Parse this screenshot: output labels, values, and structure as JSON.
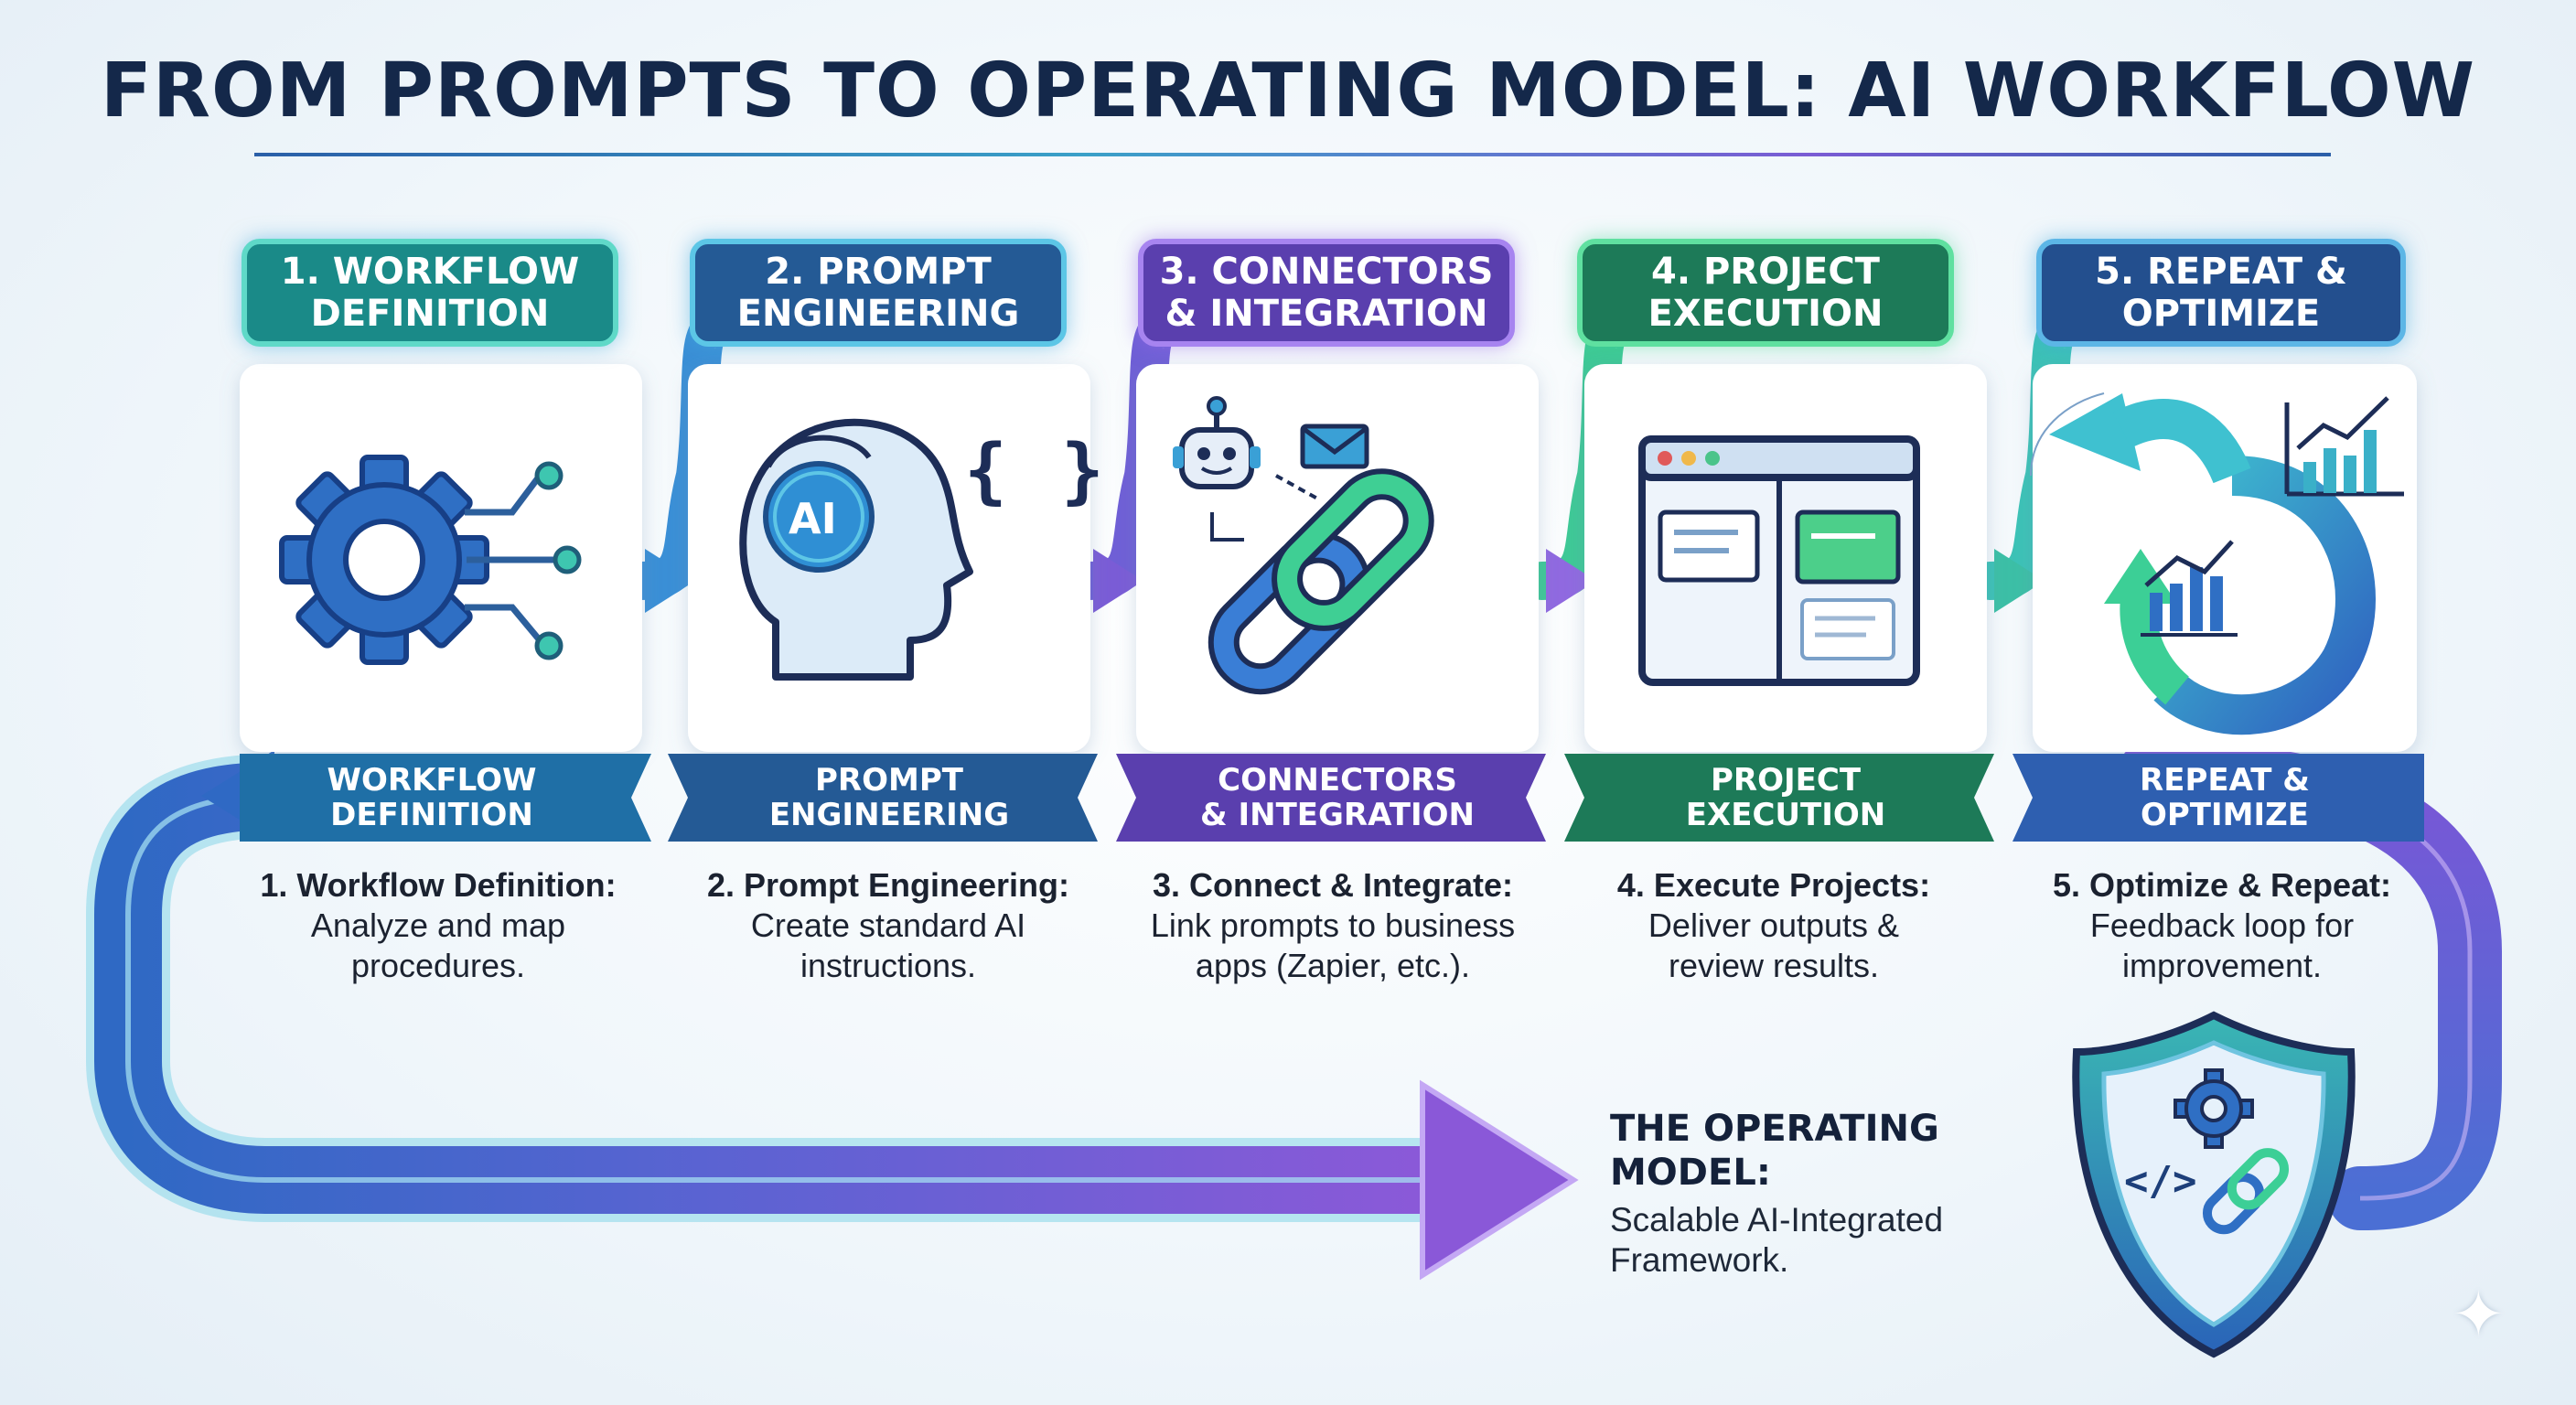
{
  "title": "FROM PROMPTS TO OPERATING MODEL: AI WORKFLOW",
  "steps": [
    {
      "header": "1. WORKFLOW\nDEFINITION",
      "ribbon": "WORKFLOW\nDEFINITION",
      "desc_title": "1. Workflow Definition:",
      "desc_text": "Analyze and map\nprocedures.",
      "color": "#1a8a88",
      "border": "#5fd9c8"
    },
    {
      "header": "2. PROMPT\nENGINEERING",
      "ribbon": "PROMPT\nENGINEERING",
      "desc_title": "2. Prompt Engineering:",
      "desc_text": "Create standard AI\ninstructions.",
      "color": "#245a95",
      "border": "#5cc6e6"
    },
    {
      "header": "3. CONNECTORS\n& INTEGRATION",
      "ribbon": "CONNECTORS\n& INTEGRATION",
      "desc_title": "3. Connect & Integrate:",
      "desc_text": "Link prompts to business\napps (Zapier, etc.).",
      "color": "#5a3fae",
      "border": "#a784f0"
    },
    {
      "header": "4. PROJECT\nEXECUTION",
      "ribbon": "PROJECT\nEXECUTION",
      "desc_title": "4. Execute Projects:",
      "desc_text": "Deliver outputs &\nreview results.",
      "color": "#1d7a58",
      "border": "#5fe0a0"
    },
    {
      "header": "5. REPEAT &\nOPTIMIZE",
      "ribbon": "REPEAT &\nOPTIMIZE",
      "desc_title": "5. Optimize & Repeat:",
      "desc_text": "Feedback loop for\nimprovement.",
      "color": "#234f8e",
      "border": "#5cb6e6"
    }
  ],
  "operating_model": {
    "title": "THE OPERATING\nMODEL:",
    "text": "Scalable AI-Integrated\nFramework."
  },
  "icons": {
    "ai_text": "AI",
    "brace_text": "{ }",
    "code_text": "</>",
    "list": [
      "gear-circuit-icon",
      "ai-head-icon",
      "robot-icon",
      "mail-icon",
      "chain-link-icon",
      "browser-window-icon",
      "cycle-arrow-icon",
      "bar-chart-icon",
      "shield-icon"
    ]
  },
  "colors": {
    "teal": "#1a8a88",
    "blue": "#245a95",
    "purple": "#5a3fae",
    "green": "#1d7a58",
    "title": "#14284a"
  }
}
